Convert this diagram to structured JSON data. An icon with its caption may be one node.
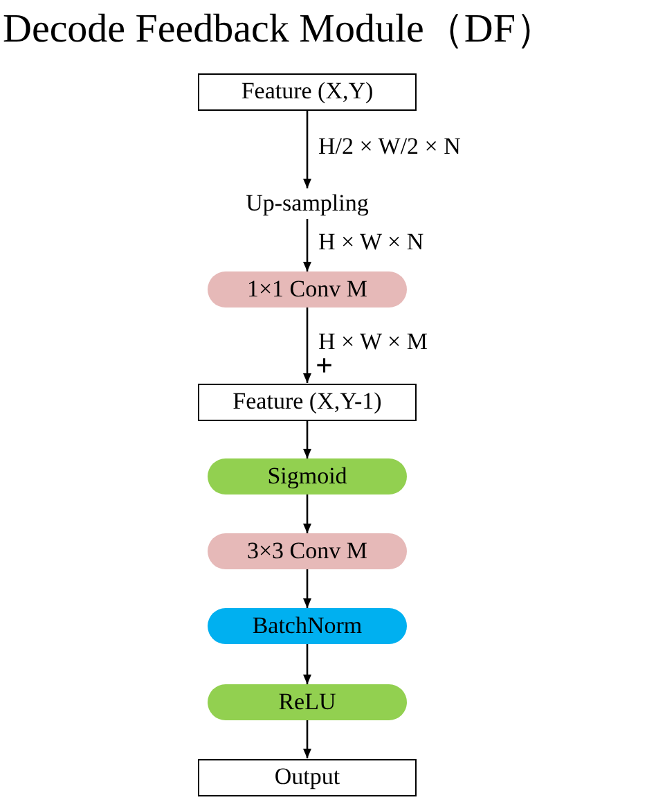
{
  "diagram": {
    "title": "Decode Feedback Module（DF）",
    "nodes": [
      {
        "text": [
          "Feature (X,Y)"
        ]
      },
      {
        "text": [
          "Up-sampling"
        ]
      },
      {
        "text": [
          "1×1 Conv M"
        ]
      },
      {
        "text": [
          "Feature (X,Y-1)"
        ]
      },
      {
        "text": [
          "Sigmoid"
        ]
      },
      {
        "text": [
          "3×3 Conv M"
        ]
      },
      {
        "text": [
          "BatchNorm"
        ]
      },
      {
        "text": [
          "ReLU"
        ]
      },
      {
        "text": [
          "Output"
        ]
      }
    ],
    "edges": [
      {
        "from": 0,
        "to": 1,
        "arrow": "to",
        "label": "H/2 × W/2 × N"
      },
      {
        "from": 1,
        "to": 2,
        "arrow": "to",
        "label": "H × W × N"
      },
      {
        "from": 2,
        "to": 3,
        "arrow": "to",
        "label": "H × W × M"
      },
      {
        "from": 3,
        "to": 4,
        "arrow": "to"
      },
      {
        "from": 4,
        "to": 5,
        "arrow": "to"
      },
      {
        "from": 5,
        "to": 6,
        "arrow": "to"
      },
      {
        "from": 6,
        "to": 7,
        "arrow": "to"
      },
      {
        "from": 7,
        "to": 8,
        "arrow": "to"
      }
    ],
    "labels": [
      "+"
    ]
  }
}
